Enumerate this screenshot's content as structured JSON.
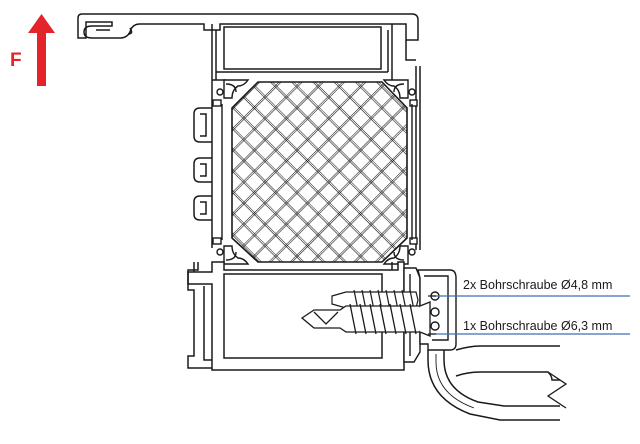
{
  "force": {
    "label": "F",
    "color": "#e3242b"
  },
  "annotations": [
    {
      "text": "2x Bohrschraube Ø4,8 mm"
    },
    {
      "text": "1x Bohrschraube Ø6,3 mm"
    }
  ],
  "colors": {
    "line": "#1a1a1a",
    "fill": "#ffffff",
    "leader": "#3d6fb6"
  }
}
